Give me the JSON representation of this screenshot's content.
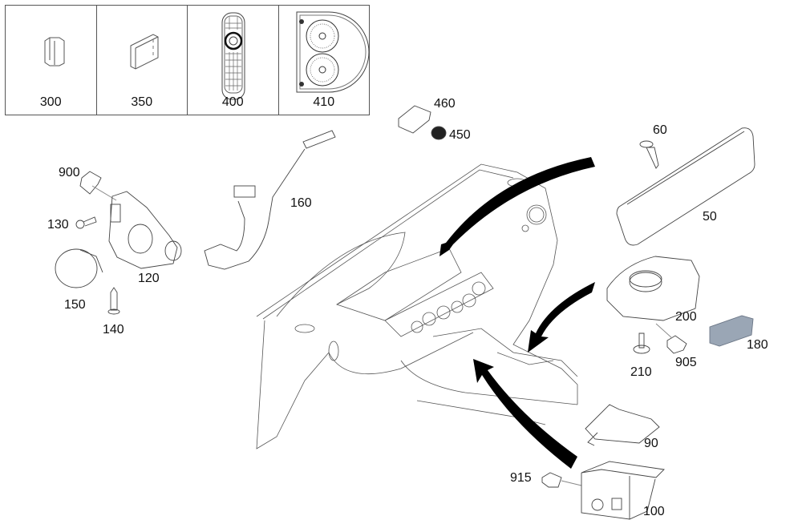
{
  "diagram": {
    "type": "exploded-parts-diagram",
    "subject": "dashboard / cockpit electronics",
    "legend_box": {
      "cells": [
        {
          "part": "300",
          "icon": "small-cap-icon"
        },
        {
          "part": "350",
          "icon": "module-plate-icon"
        },
        {
          "part": "400",
          "icon": "remote-control-icon"
        },
        {
          "part": "410",
          "icon": "dual-speaker-holder-icon"
        }
      ]
    },
    "callouts": [
      {
        "part": "900",
        "name": "connector-flag"
      },
      {
        "part": "130",
        "name": "screw"
      },
      {
        "part": "120",
        "name": "ignition-lock-housing"
      },
      {
        "part": "150",
        "name": "cover-cap"
      },
      {
        "part": "140",
        "name": "screw"
      },
      {
        "part": "160",
        "name": "air-duct-harness"
      },
      {
        "part": "460",
        "name": "sensor-module"
      },
      {
        "part": "450",
        "name": "tweeter"
      },
      {
        "part": "60",
        "name": "screw"
      },
      {
        "part": "50",
        "name": "display-panel"
      },
      {
        "part": "200",
        "name": "controller-unit"
      },
      {
        "part": "180",
        "name": "usb-module"
      },
      {
        "part": "905",
        "name": "connector-flag"
      },
      {
        "part": "210",
        "name": "clip"
      },
      {
        "part": "90",
        "name": "bracket"
      },
      {
        "part": "915",
        "name": "connector-flag"
      },
      {
        "part": "100",
        "name": "head-unit"
      }
    ],
    "colors": {
      "line": "#333333",
      "arrow": "#000000",
      "part180_fill": "#9aa6b5"
    }
  }
}
